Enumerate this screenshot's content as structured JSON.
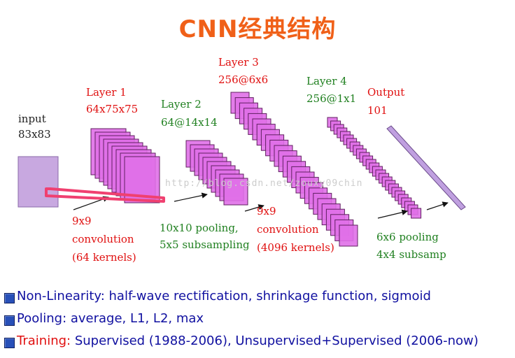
{
  "title": "CNN经典结构",
  "diagram": {
    "input": {
      "name": "input",
      "size": "83x83"
    },
    "layer1": {
      "name": "Layer 1",
      "size": "64x75x75"
    },
    "conv1": {
      "line1": "9x9",
      "line2": "convolution",
      "line3": "(64 kernels)"
    },
    "layer2": {
      "name": "Layer 2",
      "size": "64@14x14"
    },
    "pool1": {
      "line1": "10x10 pooling,",
      "line2": "5x5 subsampling"
    },
    "layer3": {
      "name": "Layer 3",
      "size": "256@6x6"
    },
    "conv2": {
      "line1": "9x9",
      "line2": "convolution",
      "line3": "(4096 kernels)"
    },
    "layer4": {
      "name": "Layer 4",
      "size": "256@1x1"
    },
    "pool2": {
      "line1": "6x6 pooling",
      "line2": "4x4 subsamp"
    },
    "output": {
      "name": "Output",
      "size": "101"
    }
  },
  "watermark": "http://blog.csdn.net/zouxy09chin",
  "bullets": [
    {
      "label": "",
      "text": "Non-Linearity: half-wave rectification, shrinkage function, sigmoid"
    },
    {
      "label": "",
      "text": "Pooling: average, L1, L2, max"
    },
    {
      "label": "Training:",
      "text": " Supervised (1988-2006), Unsupervised+Supervised (2006-now)"
    }
  ],
  "colors": {
    "title": "#f06018",
    "label_red": "#e01010",
    "label_green": "#208020",
    "bullet_text": "#1010a0",
    "map_fill": "#e070e8",
    "input_fill": "#c8a8e0",
    "annotation_stroke": "#f04070"
  }
}
